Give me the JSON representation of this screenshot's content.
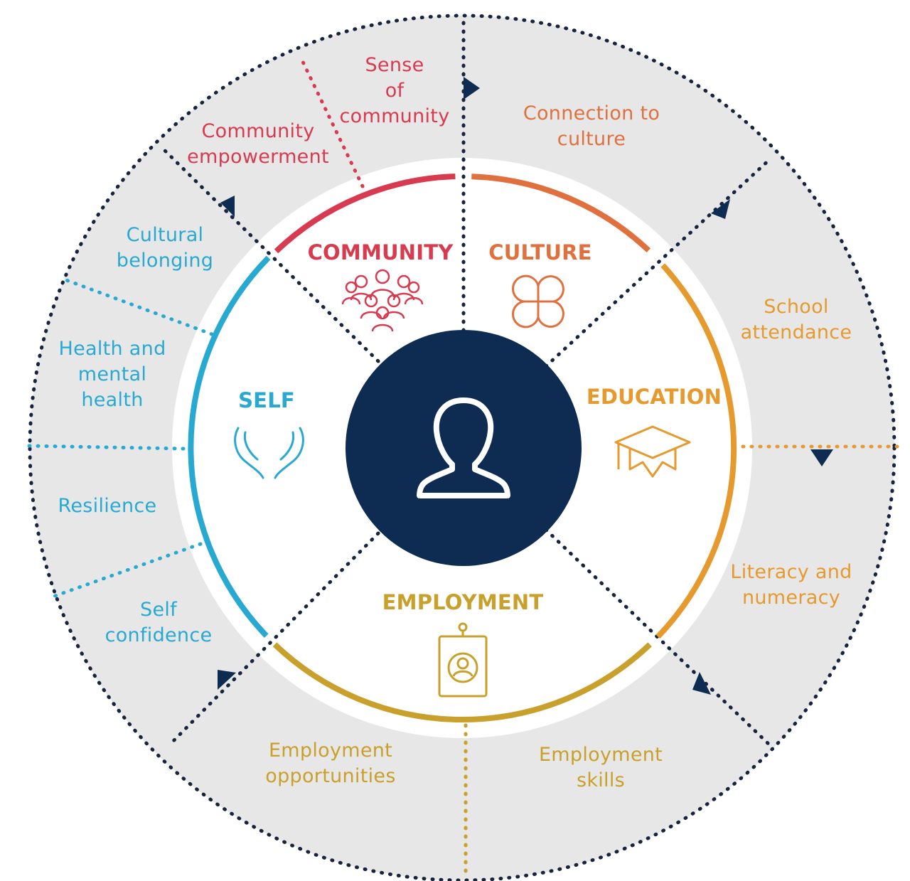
{
  "colors": {
    "ring_bg": "#e7e7e7",
    "navy": "#0e2b52",
    "community": "#d83a4f",
    "culture": "#e0713e",
    "education": "#e69a2d",
    "employment": "#c8a02b",
    "self": "#28a9d2",
    "dots": "#16243d"
  },
  "center": {
    "icon": "person-silhouette-icon"
  },
  "categories": {
    "community": {
      "label": "COMMUNITY",
      "icon": "people-group-icon"
    },
    "culture": {
      "label": "CULTURE",
      "icon": "four-petal-flower-icon"
    },
    "education": {
      "label": "EDUCATION",
      "icon": "graduation-cap-icon"
    },
    "employment": {
      "label": "EMPLOYMENT",
      "icon": "id-badge-icon"
    },
    "self": {
      "label": "SELF",
      "icon": "caring-hands-icon"
    }
  },
  "outcomes": {
    "sense_of_community": "Sense\nof\ncommunity",
    "community_empowerment": "Community\nempowerment",
    "connection_to_culture": "Connection to\nculture",
    "school_attendance": "School\nattendance",
    "literacy_numeracy": "Literacy and\nnumeracy",
    "employment_skills": "Employment\nskills",
    "employment_opportunities": "Employment\nopportunities",
    "self_confidence": "Self\nconfidence",
    "resilience": "Resilience",
    "health_mental_health": "Health and\nmental\nhealth",
    "cultural_belonging": "Cultural\nbelonging"
  }
}
